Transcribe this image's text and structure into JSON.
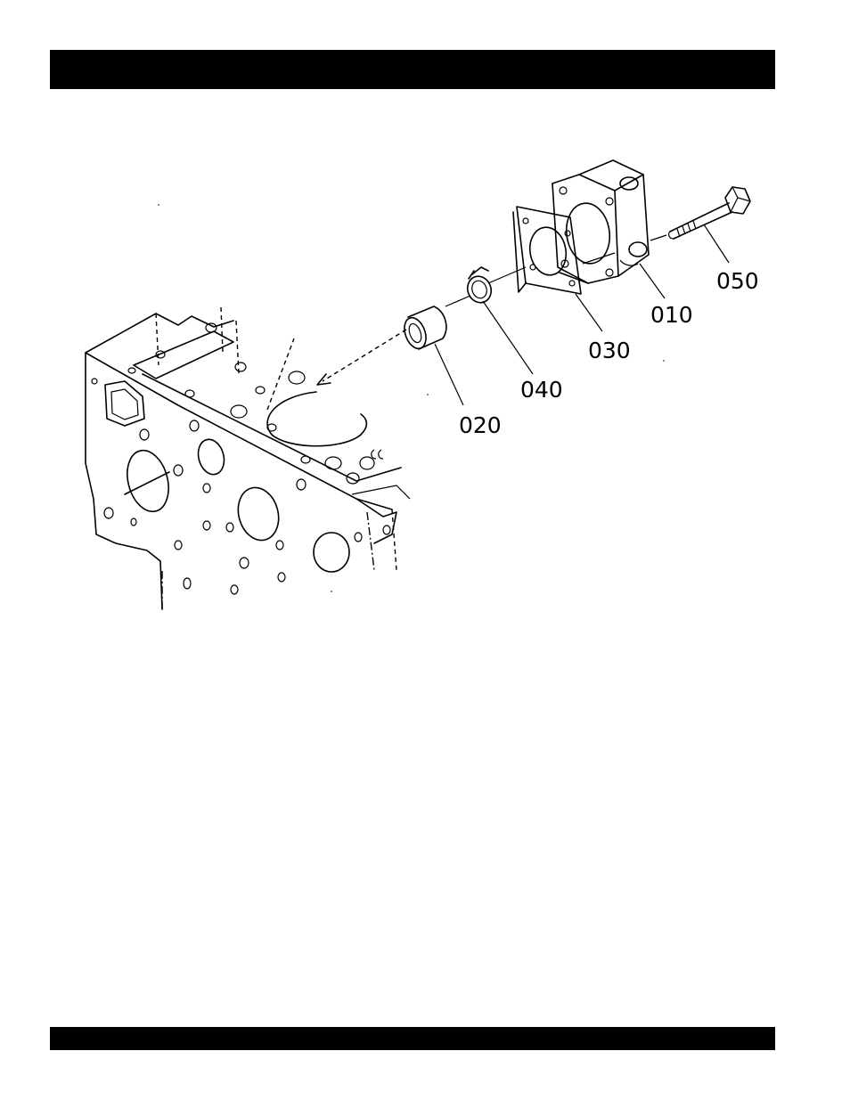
{
  "callouts": {
    "c010": "010",
    "c020": "020",
    "c030": "030",
    "c040": "040",
    "c050": "050"
  }
}
